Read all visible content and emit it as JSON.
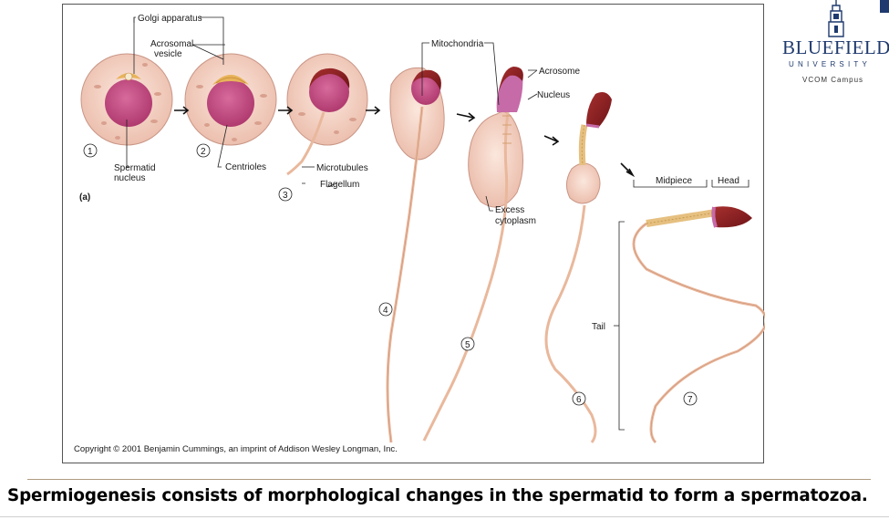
{
  "figure": {
    "labels": {
      "golgi": "Golgi apparatus",
      "acrosomal_1": "Acrosomal",
      "acrosomal_2": "vesicle",
      "mitochondria": "Mitochondria",
      "acrosome": "Acrosome",
      "nucleus": "Nucleus",
      "spermatid_1": "Spermatid",
      "spermatid_2": "nucleus",
      "centrioles": "Centrioles",
      "microtubules": "Microtubules",
      "flagellum": "Flagellum",
      "excess_1": "Excess",
      "excess_2": "cytoplasm",
      "midpiece": "Midpiece",
      "head": "Head",
      "tail": "Tail",
      "panel": "(a)"
    },
    "stages": [
      "1",
      "2",
      "3",
      "4",
      "5",
      "6",
      "7"
    ],
    "copyright": "Copyright © 2001 Benjamin Cummings, an imprint of Addison Wesley Longman, Inc."
  },
  "logo": {
    "name": "BLUEFIELD",
    "sub": "UNIVERSITY",
    "campus": "VCOM Campus",
    "icon": "tower-icon"
  },
  "caption": "Spermiogenesis consists of morphological changes in the spermatid to form a spermatozoa.",
  "colors": {
    "cell": "#f6d9cc",
    "nucleus": "#c2477e",
    "acrosome": "#8e1e24",
    "golgi": "#e8b35a",
    "tail": "#e9b89c",
    "brand": "#1f3a6e"
  }
}
